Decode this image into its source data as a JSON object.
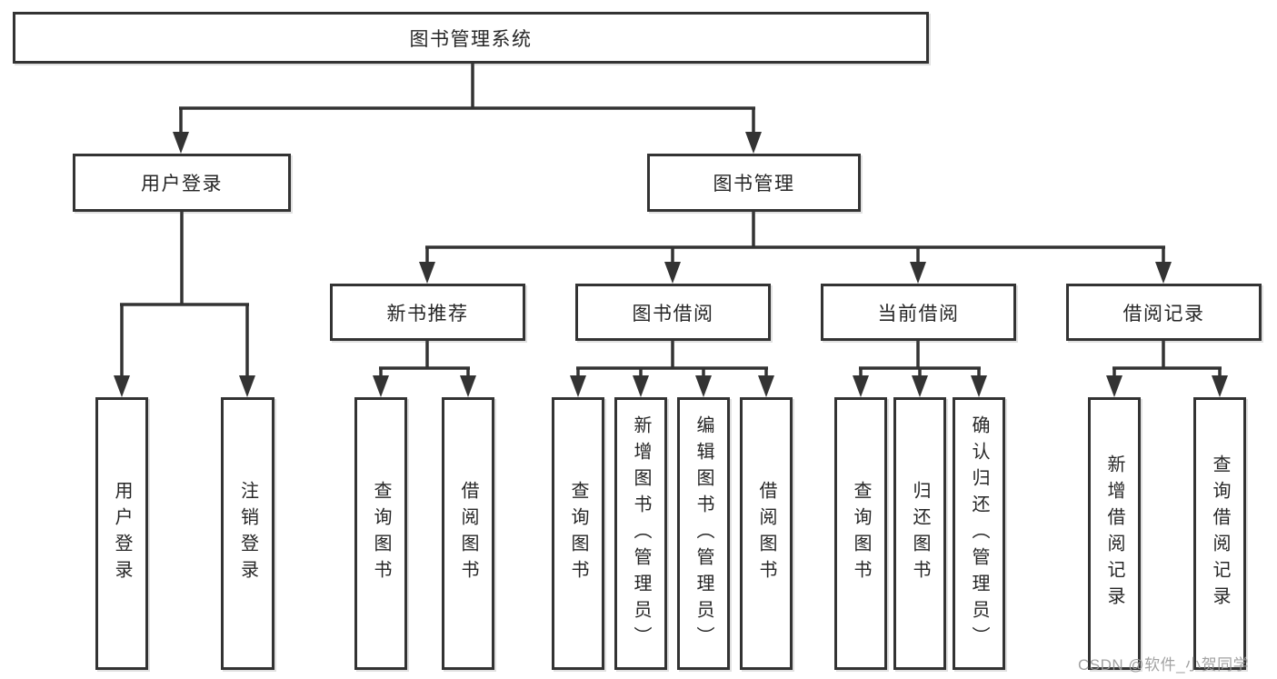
{
  "colors": {
    "line": "#333333",
    "node_border": "#333333",
    "node_text": "#262626",
    "background": "#ffffff",
    "watermark_text_color": "#9b9b9b"
  },
  "diagram_type": "functional-structure-tree",
  "tree": {
    "root": {
      "label": "图书管理系统",
      "children": [
        {
          "label": "用户登录",
          "children": [
            {
              "label": "用户登录"
            },
            {
              "label": "注销登录"
            }
          ]
        },
        {
          "label": "图书管理",
          "children": [
            {
              "label": "新书推荐",
              "children": [
                {
                  "label": "查询图书"
                },
                {
                  "label": "借阅图书"
                }
              ]
            },
            {
              "label": "图书借阅",
              "children": [
                {
                  "label": "查询图书"
                },
                {
                  "label": "新增图书（管理员）"
                },
                {
                  "label": "编辑图书（管理员）"
                },
                {
                  "label": "借阅图书"
                }
              ]
            },
            {
              "label": "当前借阅",
              "children": [
                {
                  "label": "查询图书"
                },
                {
                  "label": "归还图书"
                },
                {
                  "label": "确认归还（管理员）"
                }
              ]
            },
            {
              "label": "借阅记录",
              "children": [
                {
                  "label": "新增借阅记录"
                },
                {
                  "label": "查询借阅记录"
                }
              ]
            }
          ]
        }
      ]
    }
  },
  "watermark": {
    "text": "CSDN @软件_小贺同学"
  }
}
